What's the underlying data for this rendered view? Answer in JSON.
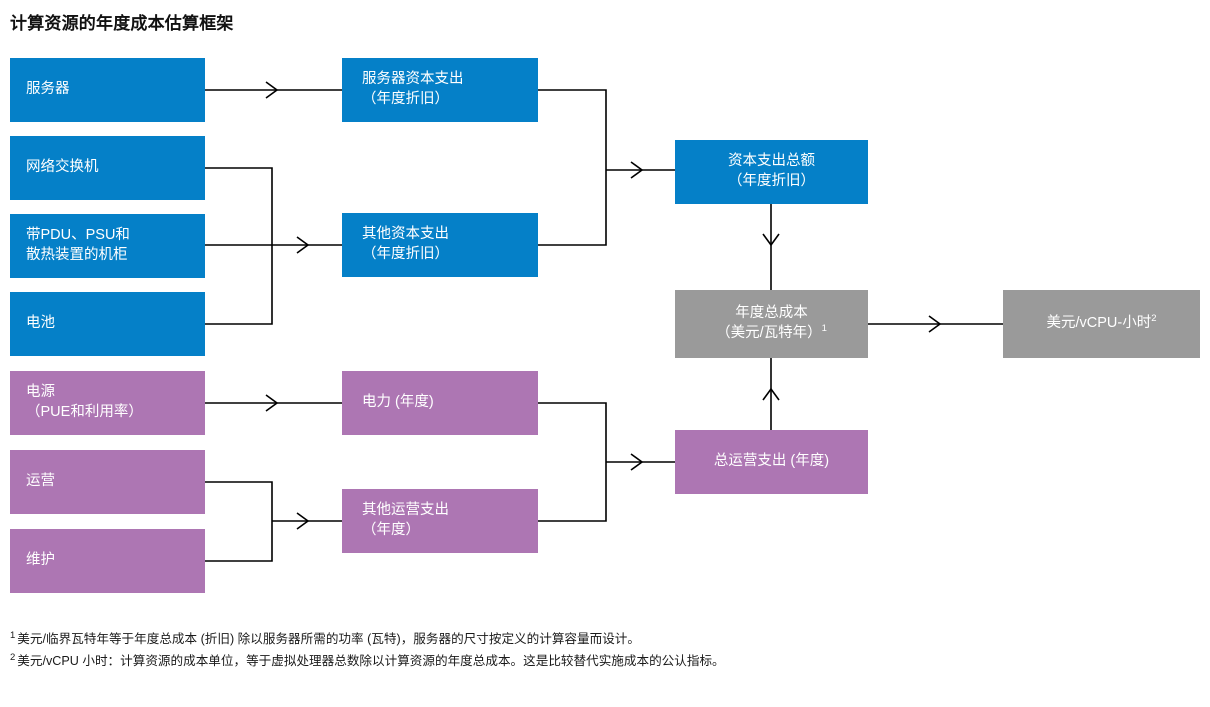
{
  "title": "计算资源的年度成本估算框架",
  "colors": {
    "blue": "#0580c8",
    "purple": "#ad76b3",
    "gray": "#9a9a9a",
    "line": "#000000",
    "text_on_fill": "#ffffff"
  },
  "nodes": {
    "servers": {
      "line1": "服务器"
    },
    "network_switches": {
      "line1": "网络交换机"
    },
    "racks": {
      "line1": "带PDU、PSU和",
      "line2": "散热装置的机柜"
    },
    "batteries": {
      "line1": "电池"
    },
    "power": {
      "line1": "电源",
      "line2": "（PUE和利用率）"
    },
    "operations": {
      "line1": "运营"
    },
    "maintenance": {
      "line1": "维护"
    },
    "server_capex": {
      "line1": "服务器资本支出",
      "line2": "（年度折旧）"
    },
    "other_capex": {
      "line1": "其他资本支出",
      "line2": "（年度折旧）"
    },
    "electricity": {
      "line1": "电力 (年度)"
    },
    "other_opex": {
      "line1": "其他运营支出",
      "line2": "（年度）"
    },
    "total_capex": {
      "line1": "资本支出总额",
      "line2": "（年度折旧）"
    },
    "total_opex": {
      "line1": "总运营支出 (年度)"
    },
    "annual_total_cost": {
      "line1": "年度总成本",
      "line2": "（美元/瓦特年）",
      "sup": "1"
    },
    "usd_per_vcpu_hour": {
      "line1": "美元/vCPU-小时",
      "sup": "2"
    }
  },
  "footnotes": [
    {
      "mark": "1",
      "text": "美元/临界瓦特年等于年度总成本 (折旧) 除以服务器所需的功率 (瓦特)，服务器的尺寸按定义的计算容量而设计。"
    },
    {
      "mark": "2",
      "text": "美元/vCPU 小时：计算资源的成本单位，等于虚拟处理器总数除以计算资源的年度总成本。这是比较替代实施成本的公认指标。"
    }
  ]
}
